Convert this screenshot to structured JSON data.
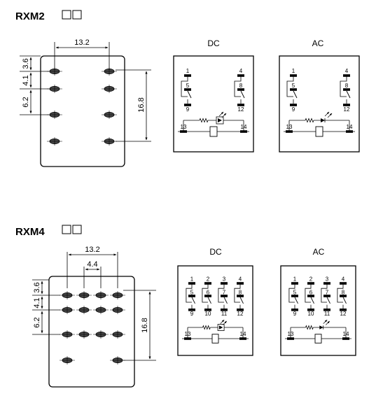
{
  "rxm2": {
    "title": "RXM2",
    "dims": {
      "width": "13.2",
      "top": "3.6",
      "mid": "4.1",
      "low": "6.2",
      "height": "16.8"
    },
    "dc": {
      "label": "DC",
      "terminals": [
        "1",
        "5",
        "9",
        "4",
        "8",
        "12",
        "13",
        "14"
      ]
    },
    "ac": {
      "label": "AC",
      "terminals": [
        "1",
        "5",
        "9",
        "4",
        "8",
        "12",
        "13",
        "14"
      ]
    }
  },
  "rxm4": {
    "title": "RXM4",
    "dims": {
      "width": "13.2",
      "pitch": "4.4",
      "top": "3.6",
      "mid": "4.1",
      "low": "6.2",
      "height": "16.8"
    },
    "dc": {
      "label": "DC",
      "terminals": [
        "1",
        "2",
        "3",
        "4",
        "5",
        "6",
        "7",
        "8",
        "9",
        "10",
        "11",
        "12",
        "13",
        "14"
      ]
    },
    "ac": {
      "label": "AC",
      "terminals": [
        "1",
        "2",
        "3",
        "4",
        "5",
        "6",
        "7",
        "8",
        "9",
        "10",
        "11",
        "12",
        "13",
        "14"
      ]
    }
  }
}
